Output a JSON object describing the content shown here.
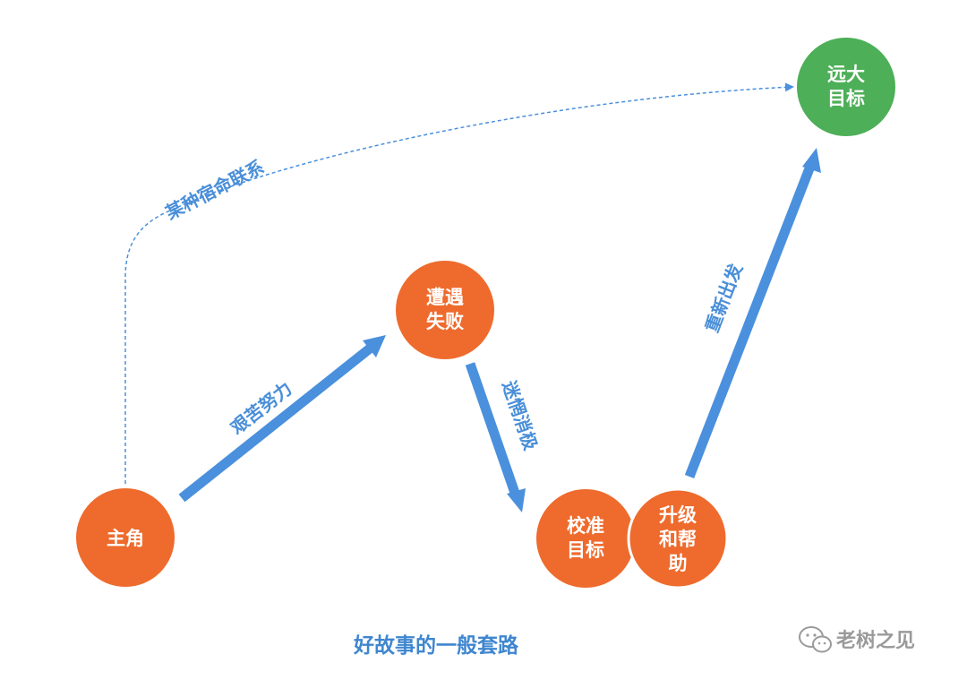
{
  "colors": {
    "orange": "#ee6b2d",
    "green": "#4daf58",
    "arrow_blue": "#4a90dd",
    "label_blue": "#4a8fd8",
    "title_blue": "#3f86cf",
    "watermark_gray": "#9a9a9a"
  },
  "nodes": {
    "protagonist": {
      "line1": "主角",
      "line2": "",
      "line3": ""
    },
    "setback": {
      "line1": "遭遇",
      "line2": "失败",
      "line3": ""
    },
    "recalibrate": {
      "line1": "校准",
      "line2": "目标",
      "line3": ""
    },
    "upgrade": {
      "line1": "升级",
      "line2": "和帮",
      "line3": "助"
    },
    "goal": {
      "line1": "远大",
      "line2": "目标",
      "line3": ""
    }
  },
  "edges": {
    "fate": "某种宿命联系",
    "effort": "艰苦努力",
    "confusion": "迷惘消极",
    "restart": "重新出发"
  },
  "title": "好故事的一般套路",
  "watermark": {
    "icon": "wechat-icon",
    "text": "老树之见"
  }
}
